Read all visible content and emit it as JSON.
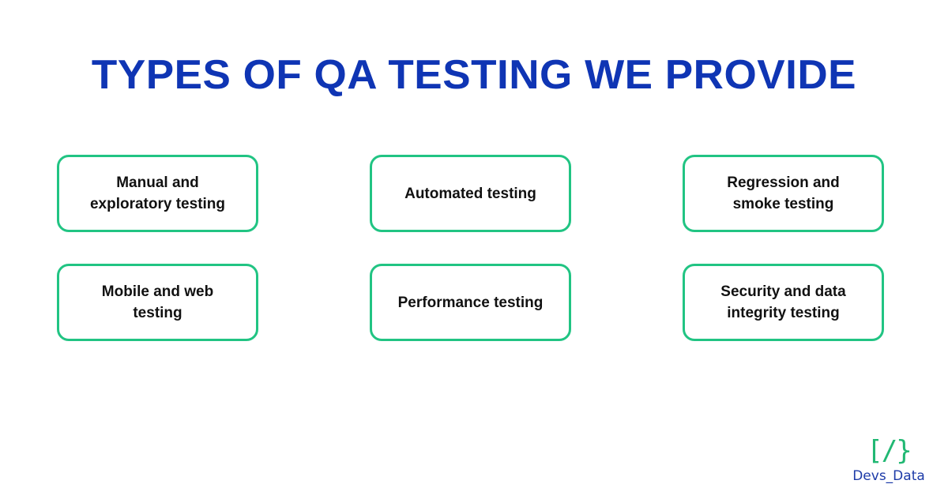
{
  "title": "TYPES OF QA TESTING WE PROVIDE",
  "cards": [
    {
      "label": "Manual and exploratory testing"
    },
    {
      "label": "Automated testing"
    },
    {
      "label": "Regression and smoke testing"
    },
    {
      "label": "Mobile and web testing"
    },
    {
      "label": "Performance testing"
    },
    {
      "label": "Security and data integrity testing"
    }
  ],
  "logo": {
    "mark": "[/}",
    "text": "Devs_Data",
    "icon": "code-bracket-icon"
  },
  "colors": {
    "title": "#0f35b4",
    "card_border": "#21c483",
    "logo_mark": "#21b873",
    "logo_text": "#1d3ba8"
  }
}
